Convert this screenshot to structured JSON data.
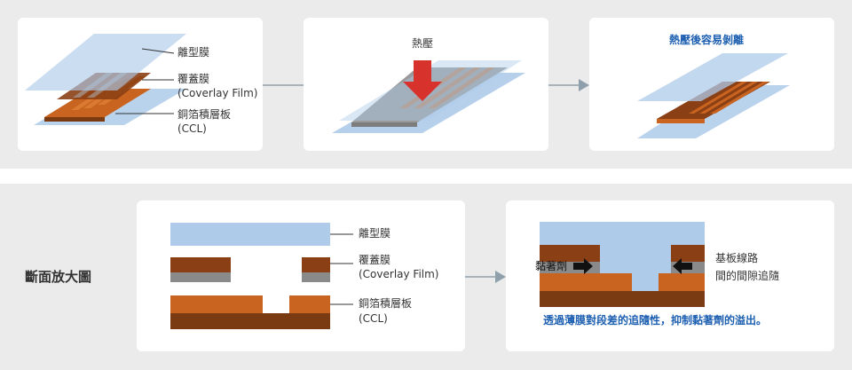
{
  "top": {
    "panel1": {
      "release_film": "離型膜",
      "coverlay_cn": "覆蓋膜",
      "coverlay_en": "(Coverlay Film)",
      "ccl_cn": "銅箔積層板",
      "ccl_en": "(CCL)"
    },
    "panel2": {
      "title": "熱壓"
    },
    "panel3": {
      "title": "熱壓後容易剝離"
    }
  },
  "bottom": {
    "section_title": "斷面放大圖",
    "panel1": {
      "release_film": "離型膜",
      "coverlay_cn": "覆蓋膜",
      "coverlay_en": "(Coverlay Film)",
      "ccl_cn": "銅箔積層板",
      "ccl_en": "(CCL)"
    },
    "panel2": {
      "adhesive": "黏著劑",
      "gap_line1": "基板線路",
      "gap_line2": "間的間隙追隨",
      "caption": "透過薄膜對段差的追隨性，抑制黏著劑的溢出。"
    }
  },
  "colors": {
    "release_film": "#aecbea",
    "coverlay": "#8b3f14",
    "adhesive_gray": "#8a8a8a",
    "copper": "#c96320",
    "substrate": "#7a3b12",
    "arrow_red": "#d8322c",
    "connector": "#8fa0ad",
    "accent_blue": "#1d5fb0"
  }
}
